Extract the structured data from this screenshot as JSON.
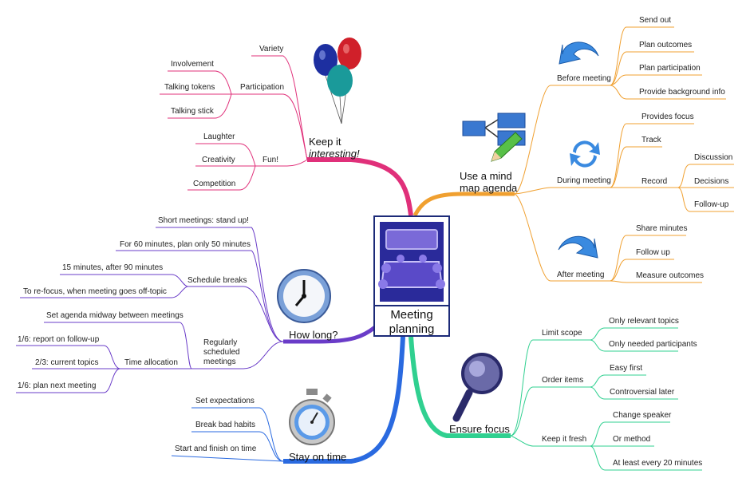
{
  "center": {
    "line1": "Meeting",
    "line2": "planning"
  },
  "branches": {
    "keep_interesting": {
      "line1": "Keep it",
      "line2": "interesting!"
    },
    "mind_map_agenda": {
      "line1": "Use a mind",
      "line2": "map agenda"
    },
    "how_long": "How long?",
    "ensure_focus": "Ensure focus",
    "stay_on_time": "Stay on time"
  },
  "keep_interesting": {
    "variety": "Variety",
    "participation": "Participation",
    "participation_items": [
      "Involvement",
      "Talking tokens",
      "Talking stick"
    ],
    "fun": "Fun!",
    "fun_items": [
      "Laughter",
      "Creativity",
      "Competition"
    ]
  },
  "agenda": {
    "before": "Before meeting",
    "before_items": [
      "Send out",
      "Plan outcomes",
      "Plan participation",
      "Provide background info"
    ],
    "during": "During meeting",
    "during_items": [
      "Provides focus",
      "Track",
      "Record"
    ],
    "record_items": [
      "Discussion",
      "Decisions",
      "Follow-up"
    ],
    "after": "After meeting",
    "after_items": [
      "Share minutes",
      "Follow up",
      "Measure outcomes"
    ]
  },
  "how_long": {
    "items": [
      "Short meetings: stand up!",
      "For 60 minutes, plan only 50 minutes"
    ],
    "schedule_breaks": "Schedule breaks",
    "breaks_items": [
      "15 minutes, after 90 minutes",
      "To re-focus, when meeting goes off-topic"
    ],
    "regular": {
      "line1": "Regularly",
      "line2": "scheduled",
      "line3": "meetings"
    },
    "regular_items": [
      "Set agenda midway between meetings"
    ],
    "time_allocation": "Time allocation",
    "time_items": [
      "1/6: report on follow-up",
      "2/3: current topics",
      "1/6: plan next meeting"
    ]
  },
  "focus": {
    "limit_scope": "Limit scope",
    "limit_items": [
      "Only relevant topics",
      "Only needed participants"
    ],
    "order_items": "Order items",
    "order_list": [
      "Easy first",
      "Controversial later"
    ],
    "keep_fresh": "Keep it fresh",
    "fresh_items": [
      "Change speaker",
      "Or method",
      "At least every 20 minutes"
    ]
  },
  "stay_on_time": {
    "items": [
      "Set expectations",
      "Break bad habits",
      "Start and finish on time"
    ]
  },
  "colors": {
    "pink": "#e0307a",
    "orange": "#f0a030",
    "purple": "#6a3cc8",
    "green": "#30d090",
    "blue": "#2a6ae0",
    "center_border": "#1c2a78"
  },
  "icons": [
    "balloons-icon",
    "mind-map-icon",
    "clock-icon",
    "magnifier-icon",
    "stopwatch-icon",
    "undo-arrow-icon",
    "refresh-icon",
    "redo-arrow-icon",
    "conference-table-icon"
  ]
}
